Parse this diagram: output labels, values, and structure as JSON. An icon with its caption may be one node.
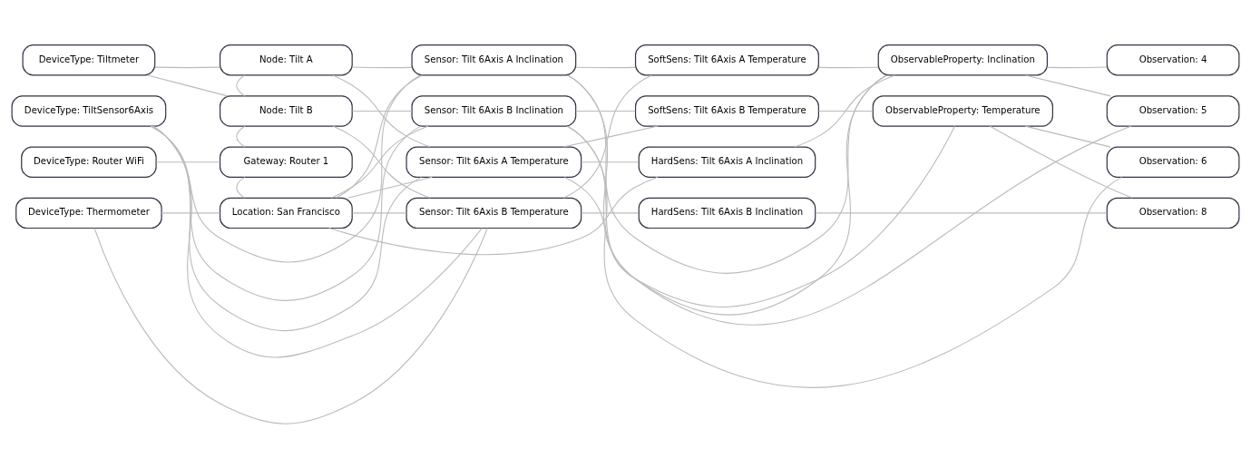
{
  "diagram": {
    "nodes": [
      {
        "text": [
          "DeviceType: Tiltmeter"
        ]
      },
      {
        "text": [
          "Node: Tilt A"
        ]
      },
      {
        "text": [
          "Sensor: Tilt 6Axis A Inclination"
        ]
      },
      {
        "text": [
          "SoftSens: Tilt 6Axis A Temperature"
        ]
      },
      {
        "text": [
          "ObservableProperty: Inclination"
        ]
      },
      {
        "text": [
          "Observation: 4"
        ]
      },
      {
        "text": [
          "DeviceType: TiltSensor6Axis"
        ]
      },
      {
        "text": [
          "Node: Tilt B"
        ]
      },
      {
        "text": [
          "Sensor: Tilt 6Axis B Inclination"
        ]
      },
      {
        "text": [
          "SoftSens: Tilt 6Axis B Temperature"
        ]
      },
      {
        "text": [
          "ObservableProperty: Temperature"
        ]
      },
      {
        "text": [
          "Observation: 5"
        ]
      },
      {
        "text": [
          "DeviceType: Router WiFi"
        ]
      },
      {
        "text": [
          "Gateway: Router 1"
        ]
      },
      {
        "text": [
          "Sensor: Tilt 6Axis A Temperature"
        ]
      },
      {
        "text": [
          "HardSens: Tilt 6Axis A Inclination"
        ]
      },
      {
        "text": [
          "Observation: 6"
        ]
      },
      {
        "text": [
          "DeviceType: Thermometer"
        ]
      },
      {
        "text": [
          "Location: San Francisco"
        ]
      },
      {
        "text": [
          "Sensor: Tilt 6Axis B Temperature"
        ]
      },
      {
        "text": [
          "HardSens: Tilt 6Axis B Inclination"
        ]
      },
      {
        "text": [
          "Observation: 8"
        ]
      }
    ],
    "edges": [
      {
        "from": 0,
        "to": 1,
        "arrow": "none"
      },
      {
        "from": 0,
        "to": 7,
        "arrow": "none"
      },
      {
        "from": 1,
        "to": 7,
        "arrow": "none"
      },
      {
        "from": 1,
        "to": 2,
        "arrow": "none"
      },
      {
        "from": 1,
        "to": 14,
        "arrow": "none"
      },
      {
        "from": 6,
        "to": 2,
        "arrow": "none"
      },
      {
        "from": 6,
        "to": 8,
        "arrow": "none"
      },
      {
        "from": 6,
        "to": 14,
        "arrow": "none"
      },
      {
        "from": 6,
        "to": 19,
        "arrow": "none"
      },
      {
        "from": 7,
        "to": 8,
        "arrow": "none"
      },
      {
        "from": 7,
        "to": 13,
        "arrow": "none"
      },
      {
        "from": 7,
        "to": 19,
        "arrow": "none"
      },
      {
        "from": 12,
        "to": 13,
        "arrow": "none"
      },
      {
        "from": 13,
        "to": 18,
        "arrow": "none"
      },
      {
        "from": 17,
        "to": 18,
        "arrow": "none"
      },
      {
        "from": 17,
        "to": 19,
        "arrow": "none"
      },
      {
        "from": 18,
        "to": 2,
        "arrow": "none"
      },
      {
        "from": 18,
        "to": 8,
        "arrow": "none"
      },
      {
        "from": 18,
        "to": 14,
        "arrow": "none"
      },
      {
        "from": 18,
        "to": 19,
        "arrow": "none"
      },
      {
        "from": 18,
        "to": 15,
        "arrow": "none"
      },
      {
        "from": 2,
        "to": 3,
        "arrow": "none"
      },
      {
        "from": 8,
        "to": 9,
        "arrow": "none"
      },
      {
        "from": 14,
        "to": 15,
        "arrow": "none"
      },
      {
        "from": 19,
        "to": 20,
        "arrow": "none"
      },
      {
        "from": 19,
        "to": 3,
        "arrow": "none"
      },
      {
        "from": 14,
        "to": 9,
        "arrow": "none"
      },
      {
        "from": 2,
        "to": 4,
        "arrow": "none"
      },
      {
        "from": 8,
        "to": 4,
        "arrow": "none"
      },
      {
        "from": 15,
        "to": 4,
        "arrow": "none"
      },
      {
        "from": 3,
        "to": 4,
        "arrow": "none"
      },
      {
        "from": 9,
        "to": 10,
        "arrow": "none"
      },
      {
        "from": 14,
        "to": 10,
        "arrow": "none"
      },
      {
        "from": 2,
        "to": 11,
        "arrow": "none"
      },
      {
        "from": 8,
        "to": 16,
        "arrow": "none"
      },
      {
        "from": 4,
        "to": 5,
        "arrow": "none"
      },
      {
        "from": 4,
        "to": 11,
        "arrow": "none"
      },
      {
        "from": 10,
        "to": 16,
        "arrow": "none"
      },
      {
        "from": 10,
        "to": 21,
        "arrow": "none"
      },
      {
        "from": 20,
        "to": 21,
        "arrow": "none"
      }
    ]
  }
}
